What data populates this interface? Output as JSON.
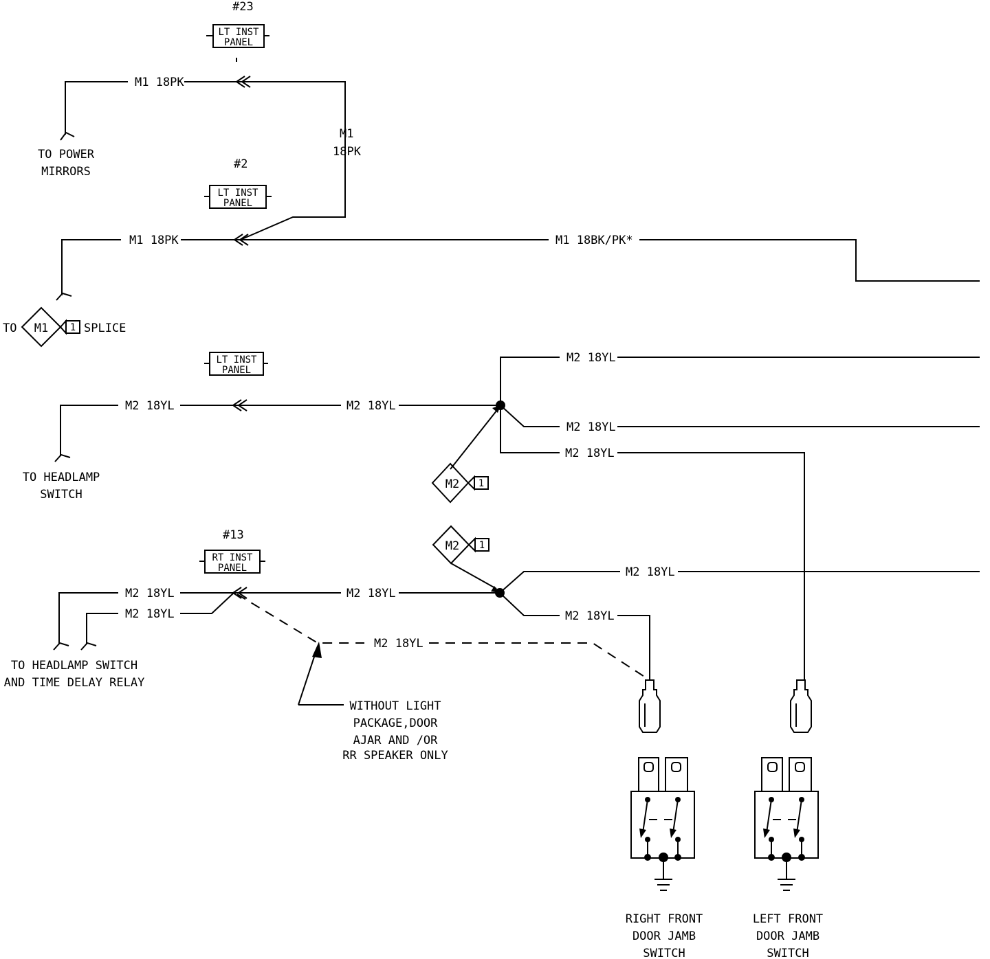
{
  "connectors": {
    "c23": {
      "number": "#23",
      "line1": "LT INST",
      "line2": "PANEL"
    },
    "c2": {
      "number": "#2",
      "line1": "LT INST",
      "line2": "PANEL"
    },
    "c_mid": {
      "line1": "LT INST",
      "line2": "PANEL"
    },
    "c13": {
      "number": "#13",
      "line1": "RT INST",
      "line2": "PANEL"
    }
  },
  "wires": {
    "m1_top_left": "M1 18PK",
    "m1_vertical_1": "M1",
    "m1_vertical_2": "18PK",
    "m1_row2_left": "M1 18PK",
    "m1_row2_right": "M1 18BK/PK*",
    "m2_row3_left": "M2 18YL",
    "m2_row3_mid": "M2 18YL",
    "m2_branch_top": "M2 18YL",
    "m2_branch_mid": "M2 18YL",
    "m2_branch_low": "M2 18YL",
    "m2_row4_left_a": "M2 18YL",
    "m2_row4_left_b": "M2 18YL",
    "m2_row4_mid": "M2 18YL",
    "m2_row4_right_top": "M2 18YL",
    "m2_row4_right_low": "M2 18YL",
    "m2_dashed": "M2 18YL"
  },
  "splices": {
    "m1": {
      "prefix": "TO",
      "name": "M1",
      "suffix": "SPLICE",
      "num": "1"
    },
    "m2_upper": {
      "name": "M2",
      "num": "1"
    },
    "m2_lower": {
      "name": "M2",
      "num": "1"
    }
  },
  "labels": {
    "power_mirrors": [
      "TO POWER",
      "MIRRORS"
    ],
    "headlamp_switch": [
      "TO HEADLAMP",
      "SWITCH"
    ],
    "headlamp_relay": [
      "TO HEADLAMP SWITCH",
      "AND TIME DELAY RELAY"
    ],
    "note": [
      "WITHOUT LIGHT",
      "PACKAGE,DOOR",
      "AJAR AND /OR",
      "RR SPEAKER ONLY"
    ],
    "right_switch": [
      "RIGHT FRONT",
      "DOOR JAMB",
      "SWITCH"
    ],
    "left_switch": [
      "LEFT FRONT",
      "DOOR JAMB",
      "SWITCH"
    ]
  }
}
